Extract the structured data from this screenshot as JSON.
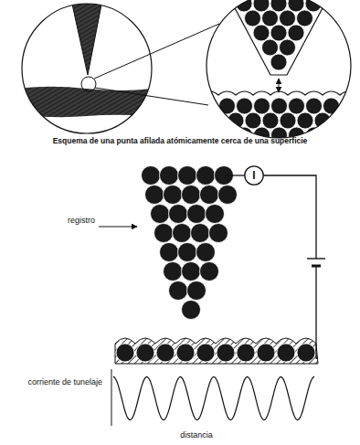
{
  "diagram": {
    "caption": "Esquema de una punta afilada atómicamente cerca de una superficie",
    "nodes": [
      {
        "text": [
          "I"
        ]
      }
    ],
    "labels": [
      "registro",
      "corriente de tunelaje",
      "distancia"
    ]
  }
}
